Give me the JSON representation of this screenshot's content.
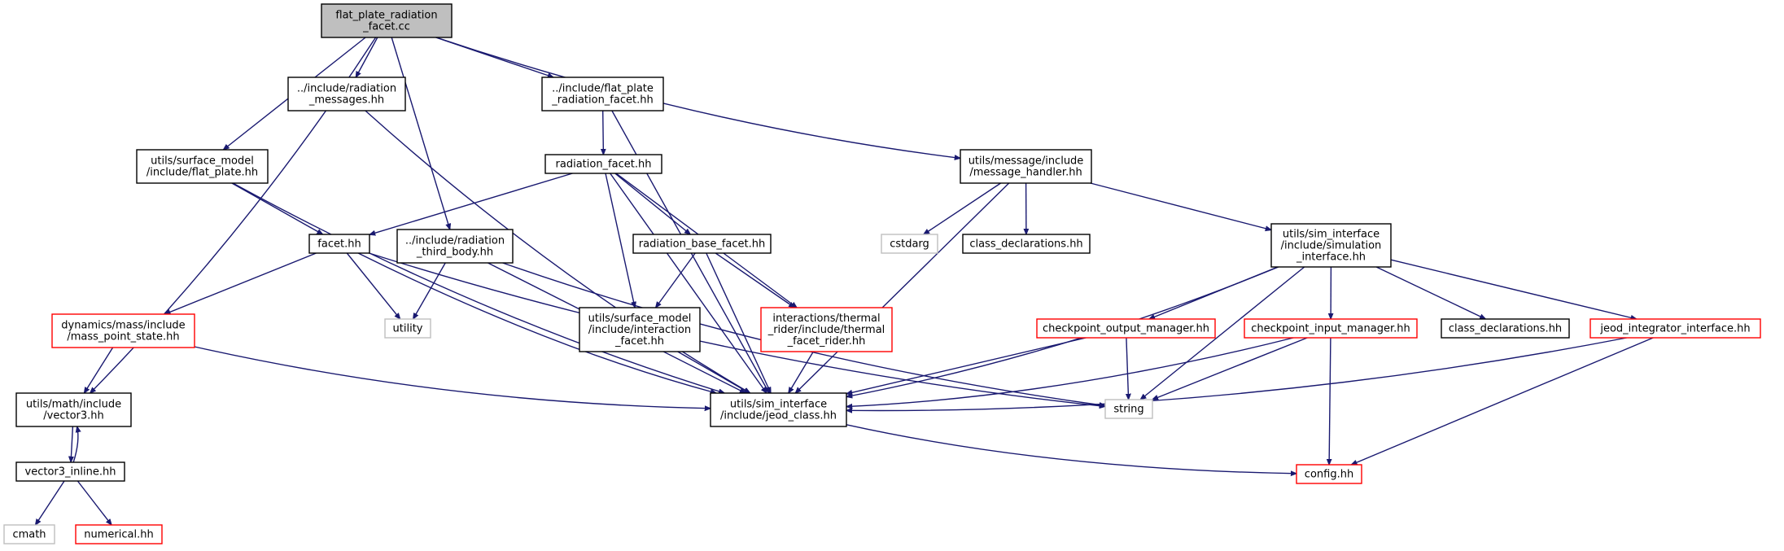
{
  "graph": {
    "colors": {
      "edge": "#191970",
      "root_fill": "#bfbfbf",
      "node_border": "#000000",
      "incomplete_border": "#ff0000",
      "external_border": "#bfbfbf"
    },
    "nodes": [
      {
        "id": "root",
        "lines": [
          "flat_plate_radiation",
          "_facet.cc"
        ],
        "kind": "root"
      },
      {
        "id": "rad_msgs",
        "lines": [
          "../include/radiation",
          "_messages.hh"
        ],
        "kind": "black"
      },
      {
        "id": "fp_facet_hh",
        "lines": [
          "../include/flat_plate",
          "_radiation_facet.hh"
        ],
        "kind": "black"
      },
      {
        "id": "sm_flat_plate",
        "lines": [
          "utils/surface_model",
          "/include/flat_plate.hh"
        ],
        "kind": "black"
      },
      {
        "id": "rad_facet",
        "lines": [
          "radiation_facet.hh"
        ],
        "kind": "black"
      },
      {
        "id": "msg_handler",
        "lines": [
          "utils/message/include",
          "/message_handler.hh"
        ],
        "kind": "black"
      },
      {
        "id": "facet",
        "lines": [
          "facet.hh"
        ],
        "kind": "black"
      },
      {
        "id": "third_body",
        "lines": [
          "../include/radiation",
          "_third_body.hh"
        ],
        "kind": "black"
      },
      {
        "id": "rad_base",
        "lines": [
          "radiation_base_facet.hh"
        ],
        "kind": "black"
      },
      {
        "id": "cstdarg",
        "lines": [
          "cstdarg"
        ],
        "kind": "gray"
      },
      {
        "id": "class_decl_1",
        "lines": [
          "class_declarations.hh"
        ],
        "kind": "black"
      },
      {
        "id": "sim_iface",
        "lines": [
          "utils/sim_interface",
          "/include/simulation",
          "_interface.hh"
        ],
        "kind": "black"
      },
      {
        "id": "mass_point",
        "lines": [
          "dynamics/mass/include",
          "/mass_point_state.hh"
        ],
        "kind": "red"
      },
      {
        "id": "utility",
        "lines": [
          "utility"
        ],
        "kind": "gray"
      },
      {
        "id": "interaction",
        "lines": [
          "utils/surface_model",
          "/include/interaction",
          "_facet.hh"
        ],
        "kind": "black"
      },
      {
        "id": "thermal",
        "lines": [
          "interactions/thermal",
          "_rider/include/thermal",
          "_facet_rider.hh"
        ],
        "kind": "red"
      },
      {
        "id": "ckpt_out",
        "lines": [
          "checkpoint_output_manager.hh"
        ],
        "kind": "red"
      },
      {
        "id": "ckpt_in",
        "lines": [
          "checkpoint_input_manager.hh"
        ],
        "kind": "red"
      },
      {
        "id": "class_decl_2",
        "lines": [
          "class_declarations.hh"
        ],
        "kind": "black"
      },
      {
        "id": "jeod_integ",
        "lines": [
          "jeod_integrator_interface.hh"
        ],
        "kind": "red"
      },
      {
        "id": "vector3",
        "lines": [
          "utils/math/include",
          "/vector3.hh"
        ],
        "kind": "black"
      },
      {
        "id": "jeod_class",
        "lines": [
          "utils/sim_interface",
          "/include/jeod_class.hh"
        ],
        "kind": "black"
      },
      {
        "id": "string",
        "lines": [
          "string"
        ],
        "kind": "gray"
      },
      {
        "id": "vector3_inline",
        "lines": [
          "vector3_inline.hh"
        ],
        "kind": "black"
      },
      {
        "id": "config",
        "lines": [
          "config.hh"
        ],
        "kind": "red"
      },
      {
        "id": "cmath",
        "lines": [
          "cmath"
        ],
        "kind": "gray"
      },
      {
        "id": "numerical",
        "lines": [
          "numerical.hh"
        ],
        "kind": "red"
      }
    ],
    "edges": [
      [
        "root",
        "rad_msgs"
      ],
      [
        "root",
        "fp_facet_hh"
      ],
      [
        "root",
        "sm_flat_plate"
      ],
      [
        "root",
        "third_body"
      ],
      [
        "root",
        "msg_handler"
      ],
      [
        "root",
        "vector3"
      ],
      [
        "rad_msgs",
        "jeod_class"
      ],
      [
        "fp_facet_hh",
        "rad_facet"
      ],
      [
        "fp_facet_hh",
        "jeod_class"
      ],
      [
        "sm_flat_plate",
        "facet"
      ],
      [
        "sm_flat_plate",
        "jeod_class"
      ],
      [
        "rad_facet",
        "facet"
      ],
      [
        "rad_facet",
        "rad_base"
      ],
      [
        "rad_facet",
        "interaction"
      ],
      [
        "rad_facet",
        "thermal"
      ],
      [
        "rad_facet",
        "jeod_class"
      ],
      [
        "msg_handler",
        "cstdarg"
      ],
      [
        "msg_handler",
        "class_decl_1"
      ],
      [
        "msg_handler",
        "sim_iface"
      ],
      [
        "msg_handler",
        "jeod_class"
      ],
      [
        "facet",
        "mass_point"
      ],
      [
        "facet",
        "utility"
      ],
      [
        "facet",
        "jeod_class"
      ],
      [
        "facet",
        "string"
      ],
      [
        "third_body",
        "utility"
      ],
      [
        "third_body",
        "jeod_class"
      ],
      [
        "third_body",
        "string"
      ],
      [
        "rad_base",
        "interaction"
      ],
      [
        "rad_base",
        "thermal"
      ],
      [
        "rad_base",
        "jeod_class"
      ],
      [
        "sim_iface",
        "ckpt_out"
      ],
      [
        "sim_iface",
        "ckpt_in"
      ],
      [
        "sim_iface",
        "class_decl_2"
      ],
      [
        "sim_iface",
        "jeod_integ"
      ],
      [
        "sim_iface",
        "jeod_class"
      ],
      [
        "sim_iface",
        "string"
      ],
      [
        "mass_point",
        "vector3"
      ],
      [
        "mass_point",
        "jeod_class"
      ],
      [
        "interaction",
        "jeod_class"
      ],
      [
        "thermal",
        "jeod_class"
      ],
      [
        "ckpt_out",
        "jeod_class"
      ],
      [
        "ckpt_out",
        "string"
      ],
      [
        "ckpt_in",
        "jeod_class"
      ],
      [
        "ckpt_in",
        "string"
      ],
      [
        "ckpt_in",
        "config"
      ],
      [
        "jeod_integ",
        "jeod_class"
      ],
      [
        "jeod_integ",
        "config"
      ],
      [
        "vector3",
        "vector3_inline"
      ],
      [
        "vector3_inline",
        "vector3"
      ],
      [
        "vector3_inline",
        "cmath"
      ],
      [
        "vector3_inline",
        "numerical"
      ],
      [
        "jeod_class",
        "config"
      ]
    ]
  }
}
